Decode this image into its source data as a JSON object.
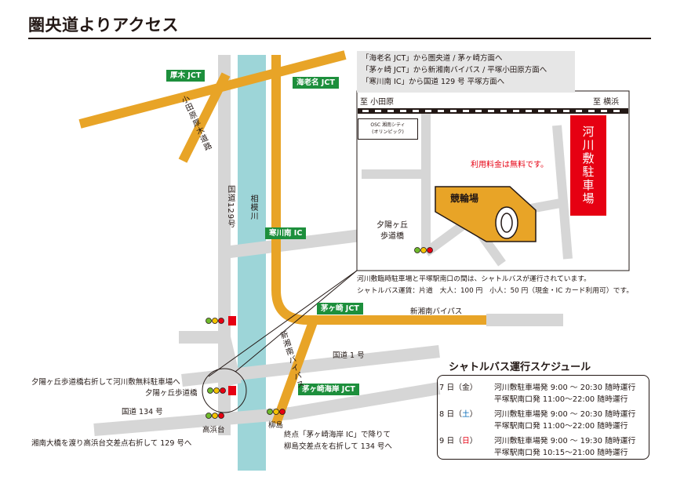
{
  "title": "圏央道よりアクセス",
  "access_notes": [
    "「海老名 JCT」から圏央道 / 茅ヶ崎方面へ",
    "「茅ヶ崎 JCT」から新湘南バイパス / 平塚小田原方面へ",
    "「寒川南 IC」から国道 129 号 平塚方面へ"
  ],
  "interchanges": {
    "atsugi": "厚木 JCT",
    "ebina": "海老名 JCT",
    "samukawa": "寒川南 IC",
    "chigasaki": "茅ヶ崎 JCT",
    "chigasaki_kaigan": "茅ヶ崎海岸 JCT"
  },
  "roads": {
    "odawara_atsugi": "小田原厚木道路",
    "r129": "国道129号",
    "sagami_river": "相模川",
    "shinshonan_horizontal": "新湘南バイパス",
    "shinshonan_vertical": "新湘南バイパス",
    "r1": "国道 1 号",
    "r134": "国道 134 号"
  },
  "inset": {
    "to_odawara": "至 小田原",
    "to_yokohama": "至 横浜",
    "osc_line1": "OSC 湘南シティ",
    "osc_line2": "(オリンピック)",
    "parking": "河川敷駐車場",
    "free_note": "利用料金は無料です。",
    "keirin": "競輪場",
    "bridge_line1": "夕陽ヶ丘",
    "bridge_line2": "歩道橋"
  },
  "shuttle_notes": [
    "河川敷臨時駐車場と平塚駅南口の間は、シャトルバスが運行されています。",
    "シャトルバス運賃：片道　大人：100 円　小人：50 円（現金・IC カード利用可）です。"
  ],
  "map_labels": {
    "yuhigaoka_turn": "夕陽ヶ丘歩道橋右折して河川敷無料駐車場へ",
    "yuhigaoka_bridge": "夕陽ヶ丘歩道橋",
    "takahamadai": "高浜台",
    "yanagishima": "柳島",
    "shonan_bridge": "湘南大橋を渡り高浜台交差点右折して 129 号へ",
    "terminal_line1": "終点「茅ヶ崎海岸 IC」で降りて",
    "terminal_line2": "柳島交差点を右折して 134 号へ"
  },
  "schedule": {
    "title": "シャトルバス運行スケジュール",
    "days": [
      {
        "date": "7 日",
        "wday": "金",
        "wday_color": "#231815",
        "line1": "河川敷駐車場発 9:00 ～ 20:30 随時運行",
        "line2": "平塚駅南口発 11:00～22:00 随時運行"
      },
      {
        "date": "8 日",
        "wday": "土",
        "wday_color": "#0068b7",
        "line1": "河川敷駐車場発 9:00 ～ 20:30 随時運行",
        "line2": "平塚駅南口発 11:00～22:00 随時運行"
      },
      {
        "date": "9 日",
        "wday": "日",
        "wday_color": "#e60012",
        "line1": "河川敷駐車場発 9:00 ～ 19:30 随時運行",
        "line2": "平塚駅南口発 10:15～21:00 随時運行"
      }
    ]
  },
  "colors": {
    "expressway": "#e8a427",
    "road": "#d6d6d6",
    "river": "#9dd5d8",
    "ic_tag": "#1d8f3c",
    "parking": "#e60012"
  }
}
